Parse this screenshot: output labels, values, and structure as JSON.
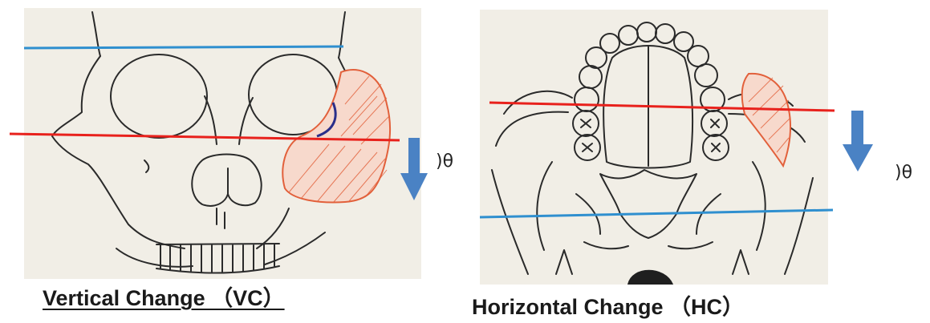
{
  "figures": {
    "vertical": {
      "caption": "Vertical Change （VC）",
      "angle_symbol": ")θ"
    },
    "horizontal": {
      "caption": "Horizontal Change （HC）",
      "angle_symbol": ")θ"
    }
  },
  "colors": {
    "paper": "#f1eee6",
    "ink": "#2a2a2a",
    "reference_line": "#2f8fcf",
    "displaced_line": "#e8211c",
    "hatch": "#e2603b",
    "arrow": "#4a82c4",
    "orbit_accent": "#2a2f8a"
  }
}
